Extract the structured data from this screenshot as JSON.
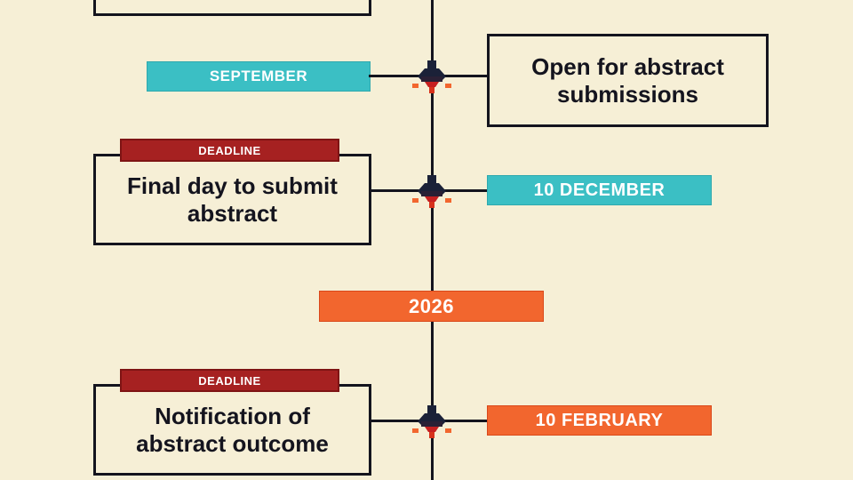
{
  "page": {
    "title": "Conference Abstract Timeline",
    "background_color": "#F6EFD6"
  },
  "theme": {
    "ink": "#14141e",
    "teal": "#3BBFC4",
    "orange": "#F2662E",
    "deadline_red": "#A62121",
    "cream": "#F6EFD6"
  },
  "timeline": {
    "spine_label": "vertical-timeline-axis",
    "year_marker": {
      "label": "2026",
      "color": "#F2662E"
    },
    "entries": [
      {
        "id": "cut-off-top",
        "node_icon": "rocket-node-icon",
        "left": {
          "type": "box",
          "text": "",
          "cut_off": true
        },
        "right": {
          "type": "none",
          "text": ""
        },
        "badge": null
      },
      {
        "id": "abstract-open",
        "node_icon": "rocket-node-icon",
        "left": {
          "type": "badge",
          "style": "teal",
          "text": "SEPTEMBER"
        },
        "right": {
          "type": "box",
          "text": "Open for abstract submissions"
        },
        "badge": null
      },
      {
        "id": "abstract-final-day",
        "node_icon": "rocket-node-icon",
        "left": {
          "type": "box",
          "text": "Final day to submit abstract"
        },
        "right": {
          "type": "badge",
          "style": "teal",
          "text": "10 DECEMBER"
        },
        "badge": {
          "style": "red",
          "text": "DEADLINE"
        }
      },
      {
        "id": "abstract-notification",
        "node_icon": "rocket-node-icon",
        "left": {
          "type": "box",
          "text": "Notification of abstract outcome"
        },
        "right": {
          "type": "badge",
          "style": "orange",
          "text": "10 FEBRUARY"
        },
        "badge": {
          "style": "red",
          "text": "DEADLINE"
        }
      }
    ]
  },
  "labels": {
    "september": "SEPTEMBER",
    "open_for_abstract": "Open for abstract submissions",
    "deadline_1": "DEADLINE",
    "final_day": "Final day to submit abstract",
    "december": "10 DECEMBER",
    "year_2026": "2026",
    "deadline_2": "DEADLINE",
    "notification": "Notification of abstract outcome",
    "february": "10 FEBRUARY",
    "top_box_cut": ""
  }
}
